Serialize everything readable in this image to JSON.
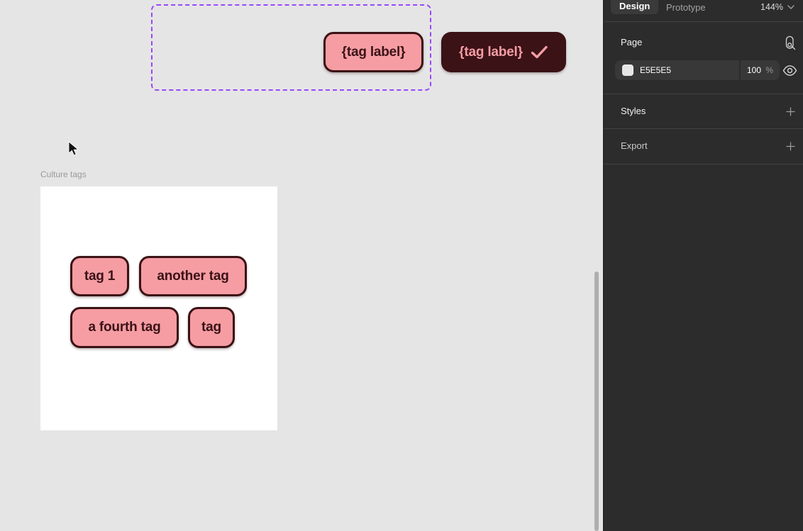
{
  "canvas": {
    "background_hex": "#E5E5E5",
    "cursor": "pointer-arrow",
    "component_set": {
      "outline_hex": "#9747FF",
      "variants": [
        {
          "label": "{tag label}",
          "variant": "default"
        },
        {
          "label": "{tag label}",
          "variant": "selected",
          "trailing_icon": "check-icon"
        }
      ]
    },
    "frame": {
      "title": "Culture tags",
      "background_hex": "#FFFFFF",
      "tags": [
        "tag 1",
        "another tag",
        "a fourth tag",
        "tag"
      ]
    },
    "tag_colors": {
      "fill_hex": "#F59DA3",
      "outline_hex": "#3B1216"
    }
  },
  "panel": {
    "background_hex": "#2C2C2C",
    "tabs": [
      {
        "label": "Design",
        "active": true
      },
      {
        "label": "Prototype",
        "active": false
      }
    ],
    "zoom_level": "144%",
    "page": {
      "label": "Page",
      "fill_hex": "E5E5E5",
      "opacity_value": "100",
      "opacity_unit": "%"
    },
    "styles": {
      "label": "Styles"
    },
    "export": {
      "label": "Export"
    }
  }
}
